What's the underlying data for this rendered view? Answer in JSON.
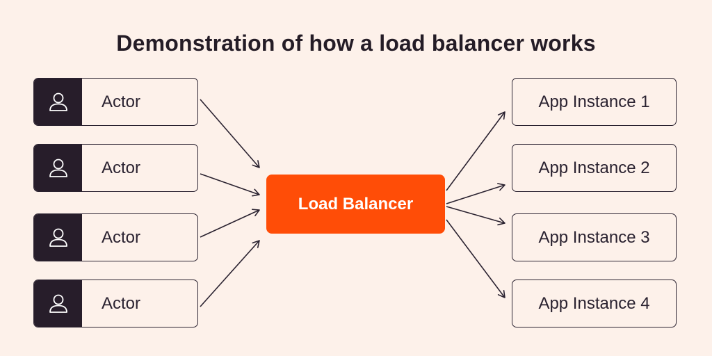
{
  "title": "Demonstration of how a load balancer works",
  "actors": [
    {
      "label": "Actor",
      "icon": "person-icon"
    },
    {
      "label": "Actor",
      "icon": "person-icon"
    },
    {
      "label": "Actor",
      "icon": "person-icon"
    },
    {
      "label": "Actor",
      "icon": "person-icon"
    }
  ],
  "load_balancer": {
    "label": "Load Balancer"
  },
  "app_instances": [
    {
      "label": "App Instance 1"
    },
    {
      "label": "App Instance 2"
    },
    {
      "label": "App Instance 3"
    },
    {
      "label": "App Instance 4"
    }
  ],
  "colors": {
    "background": "#fdf1ea",
    "accent": "#ff4d07",
    "dark": "#271d2a",
    "stroke": "#2a2230"
  }
}
